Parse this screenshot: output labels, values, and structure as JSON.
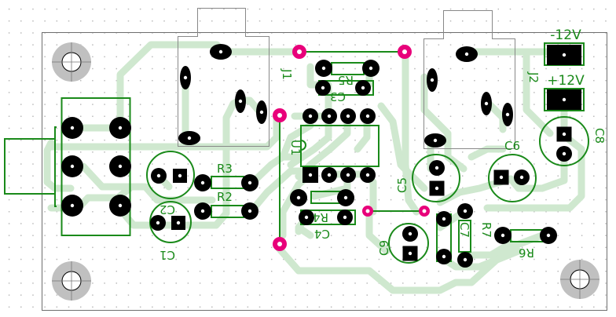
{
  "canvas": {
    "view": "pcb-layout-editor",
    "colors": {
      "background": "#ffffff",
      "grid_dot": "#b8b8b8",
      "board_outline": "#6e6e6e",
      "trace": "#cfe8cf",
      "pad": "#000000",
      "silkscreen": "#1a8a1a",
      "via": "#e8007a",
      "mounting_hole_ring": "#c0c0c0"
    }
  },
  "components": [
    {
      "designator": "J1",
      "label": "J1",
      "type": "audio-jack"
    },
    {
      "designator": "J2",
      "label": "J2",
      "type": "audio-jack"
    },
    {
      "designator": "U1",
      "label": "U1",
      "type": "dip-8-ic"
    },
    {
      "designator": "R2",
      "label": "R2",
      "type": "resistor"
    },
    {
      "designator": "R3",
      "label": "R3",
      "type": "resistor"
    },
    {
      "designator": "R4",
      "label": "R4",
      "type": "resistor"
    },
    {
      "designator": "R5",
      "label": "R5",
      "type": "resistor"
    },
    {
      "designator": "R6",
      "label": "R6",
      "type": "resistor"
    },
    {
      "designator": "R7",
      "label": "R7",
      "type": "resistor"
    },
    {
      "designator": "C1",
      "label": "C1",
      "type": "electrolytic-capacitor"
    },
    {
      "designator": "C2",
      "label": "C2",
      "type": "electrolytic-capacitor"
    },
    {
      "designator": "C3",
      "label": "C3",
      "type": "capacitor"
    },
    {
      "designator": "C4",
      "label": "C4",
      "type": "capacitor"
    },
    {
      "designator": "C5",
      "label": "C5",
      "type": "electrolytic-capacitor"
    },
    {
      "designator": "C6",
      "label": "C6",
      "type": "electrolytic-capacitor"
    },
    {
      "designator": "C7",
      "label": "C7",
      "type": "capacitor"
    },
    {
      "designator": "C8",
      "label": "C8",
      "type": "electrolytic-capacitor"
    },
    {
      "designator": "C9",
      "label": "C9",
      "type": "electrolytic-capacitor"
    }
  ],
  "labels": {
    "j1": "J1",
    "j2": "J2",
    "u1": "U1",
    "r2": "R2",
    "r3": "R3",
    "r4": "R4",
    "r5": "R5",
    "r6": "R6",
    "r7": "R7",
    "c1": "C1",
    "c2": "C2",
    "c3": "C3",
    "c4": "C4",
    "c5": "C5",
    "c6": "C6",
    "c7": "C7",
    "c8": "C8",
    "c9": "C9",
    "power_neg": "-12V",
    "power_pos": "+12V"
  }
}
